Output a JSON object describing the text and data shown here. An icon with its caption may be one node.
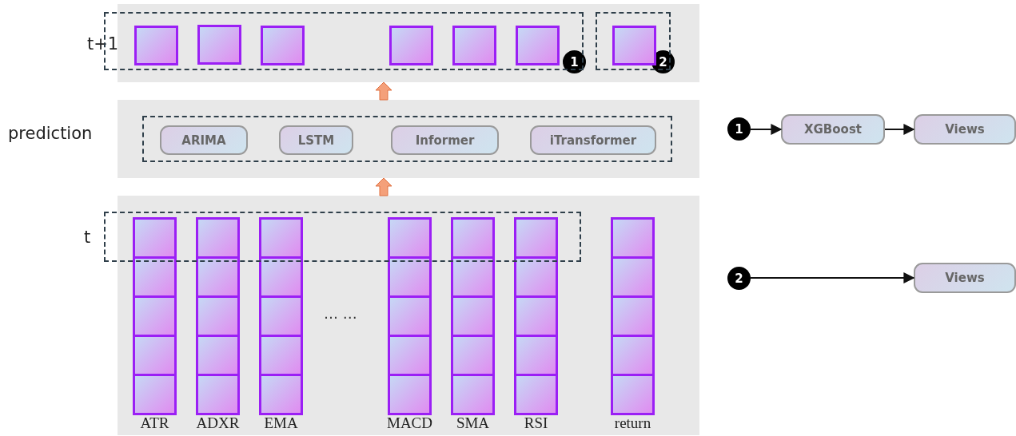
{
  "diagram": {
    "nodes": [
      {
        "text": [
          "t+1"
        ]
      },
      {
        "text": [],
        "shape": "box",
        "in": 0
      },
      {
        "text": [],
        "shape": "box",
        "in": 1
      },
      {
        "text": [],
        "shape": "box",
        "in": 1
      },
      {
        "text": [],
        "shape": "box",
        "in": 1
      },
      {
        "text": [],
        "shape": "box",
        "in": 1
      },
      {
        "text": [],
        "shape": "box",
        "in": 1
      },
      {
        "text": [],
        "shape": "box",
        "in": 1
      },
      {
        "text": [
          "1"
        ],
        "in": 0
      },
      {
        "text": [],
        "shape": "box",
        "in": 0
      },
      {
        "text": [],
        "shape": "box",
        "in": 9
      },
      {
        "text": [
          "2"
        ],
        "in": 0
      },
      {
        "text": [
          "prediction"
        ]
      },
      {
        "text": [],
        "shape": "box",
        "in": 12
      },
      {
        "text": [
          "ARIMA"
        ],
        "in": 13
      },
      {
        "text": [
          "LSTM"
        ],
        "in": 13
      },
      {
        "text": [
          "Informer"
        ],
        "in": 13
      },
      {
        "text": [
          "iTransformer"
        ],
        "in": 13
      },
      {
        "text": [
          "t"
        ]
      },
      {
        "text": [],
        "shape": "box",
        "in": 18
      },
      {
        "text": [
          "ATR"
        ],
        "in": 18
      },
      {
        "text": [
          "ADXR"
        ],
        "in": 18
      },
      {
        "text": [
          "EMA"
        ],
        "in": 18
      },
      {
        "text": [
          "MACD"
        ],
        "in": 18
      },
      {
        "text": [
          "SMA"
        ],
        "in": 18
      },
      {
        "text": [
          "RSI"
        ],
        "in": 18
      },
      {
        "text": [
          "return"
        ],
        "in": 18
      },
      {
        "text": [
          "1"
        ]
      },
      {
        "text": [
          "XGBoost"
        ]
      },
      {
        "text": [
          "Views"
        ]
      },
      {
        "text": [
          "2"
        ]
      },
      {
        "text": [
          "Views"
        ]
      }
    ],
    "edges": [
      {
        "from": 18,
        "to": 12,
        "arrow": "to",
        "style": "thick",
        "color": "#f4a07a"
      },
      {
        "from": 12,
        "to": 0,
        "arrow": "to",
        "style": "thick",
        "color": "#f4a07a"
      },
      {
        "from": 27,
        "to": 28,
        "arrow": "to"
      },
      {
        "from": 28,
        "to": 29,
        "arrow": "to"
      },
      {
        "from": 30,
        "to": 31,
        "arrow": "to"
      }
    ],
    "labels": [
      "… …"
    ]
  }
}
